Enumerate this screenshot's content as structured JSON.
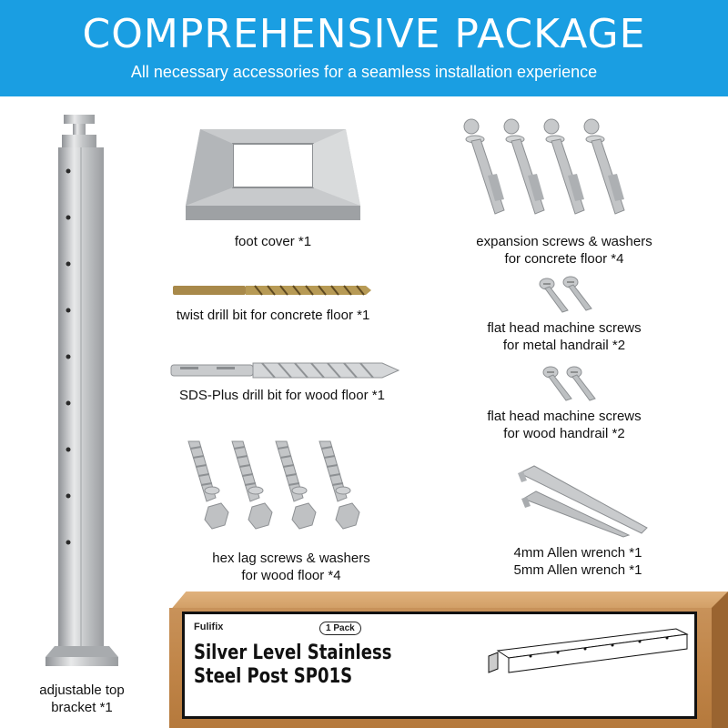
{
  "header": {
    "title": "COMPREHENSIVE PACKAGE",
    "subtitle": "All necessary accessories for a seamless installation experience"
  },
  "items": {
    "post": {
      "caption": "adjustable top\nbracket *1"
    },
    "foot_cover": {
      "caption": "foot cover *1"
    },
    "twist_drill": {
      "caption": "twist drill bit for concrete floor *1"
    },
    "sds_drill": {
      "caption": "SDS-Plus drill bit for wood floor *1"
    },
    "hex_lag": {
      "caption": "hex lag screws & washers\nfor wood floor *4"
    },
    "expansion": {
      "caption": "expansion screws & washers\nfor concrete floor *4"
    },
    "flat_metal": {
      "caption": "flat head machine screws\nfor metal handrail *2"
    },
    "flat_wood": {
      "caption": "flat head machine screws\nfor wood handrail *2"
    },
    "allen": {
      "caption": "4mm Allen wrench *1\n5mm Allen wrench *1"
    }
  },
  "box": {
    "brand": "Fulifix",
    "pack": "1 Pack",
    "product_line1": "Silver Level Stainless",
    "product_line2": "Steel Post SP01S"
  },
  "colors": {
    "banner": "#1a9ee2",
    "steel": "#b9bcc0",
    "box": "#c08548",
    "drill_gold": "#a8894a"
  }
}
